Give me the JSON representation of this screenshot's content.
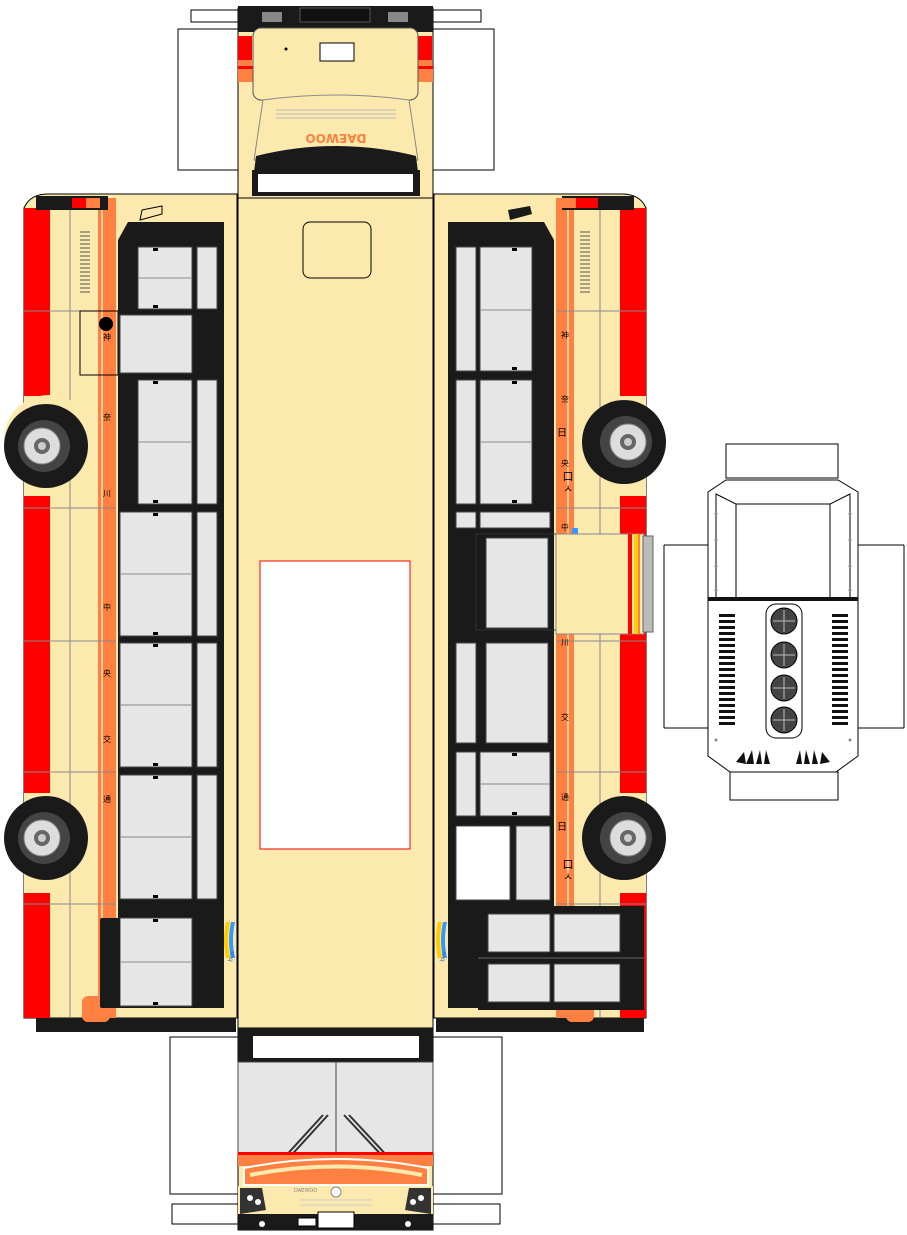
{
  "brand_rear": "DAEWOO",
  "brand_front": "DAEWOO",
  "livery_left": [
    "神",
    "奈",
    "川",
    "中",
    "央",
    "交",
    "通"
  ],
  "livery_right": [
    "神",
    "奈",
    "川",
    "中",
    "央",
    "交",
    "通"
  ],
  "right_side_marks": {
    "upper": [
      "日",
      "口",
      "ㅅ"
    ],
    "lower": [
      "日",
      "口",
      "ㅅ"
    ]
  },
  "colors": {
    "cream": "#FBE9AE",
    "red": "#FF0000",
    "orange": "#FF8040",
    "dark": "#1A1A1A",
    "window": "#E6E6E6",
    "black": "#000000",
    "yellow": "#FFCC00"
  },
  "icons": {
    "wheel": "wheel-icon",
    "logo": "operator-logo-icon"
  }
}
